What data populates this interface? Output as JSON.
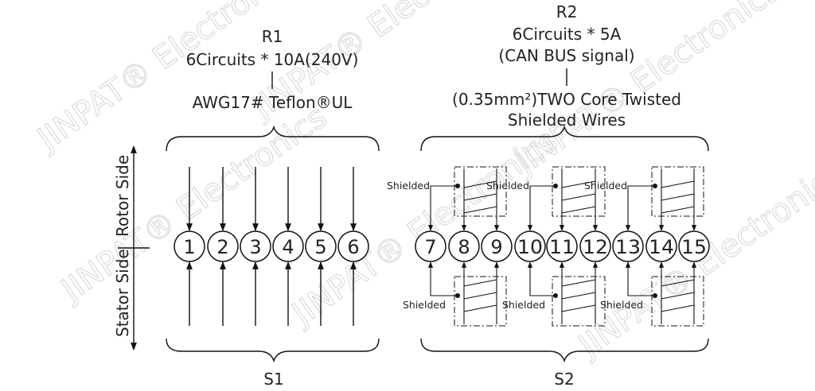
{
  "watermark": "JINPAT® Electronics",
  "side_labels": {
    "rotor": "Rotor Side",
    "stator": "Stator Side"
  },
  "ring1": {
    "ring_label": "R1",
    "circuits": "6Circuits  *  10A(240V)",
    "wire": "AWG17#  Teflon®UL",
    "slip_label": "S1"
  },
  "ring2": {
    "ring_label": "R2",
    "circuits": "6Circuits  *  5A",
    "signal": "(CAN  BUS  signal)",
    "wire_line1": "(0.35mm²)TWO  Core  Twisted",
    "wire_line2": "Shielded  Wires",
    "slip_label": "S2"
  },
  "shield_label": "Shielded",
  "circuit_numbers": [
    "1",
    "2",
    "3",
    "4",
    "5",
    "6",
    "7",
    "8",
    "9",
    "10",
    "11",
    "12",
    "13",
    "14",
    "15"
  ]
}
